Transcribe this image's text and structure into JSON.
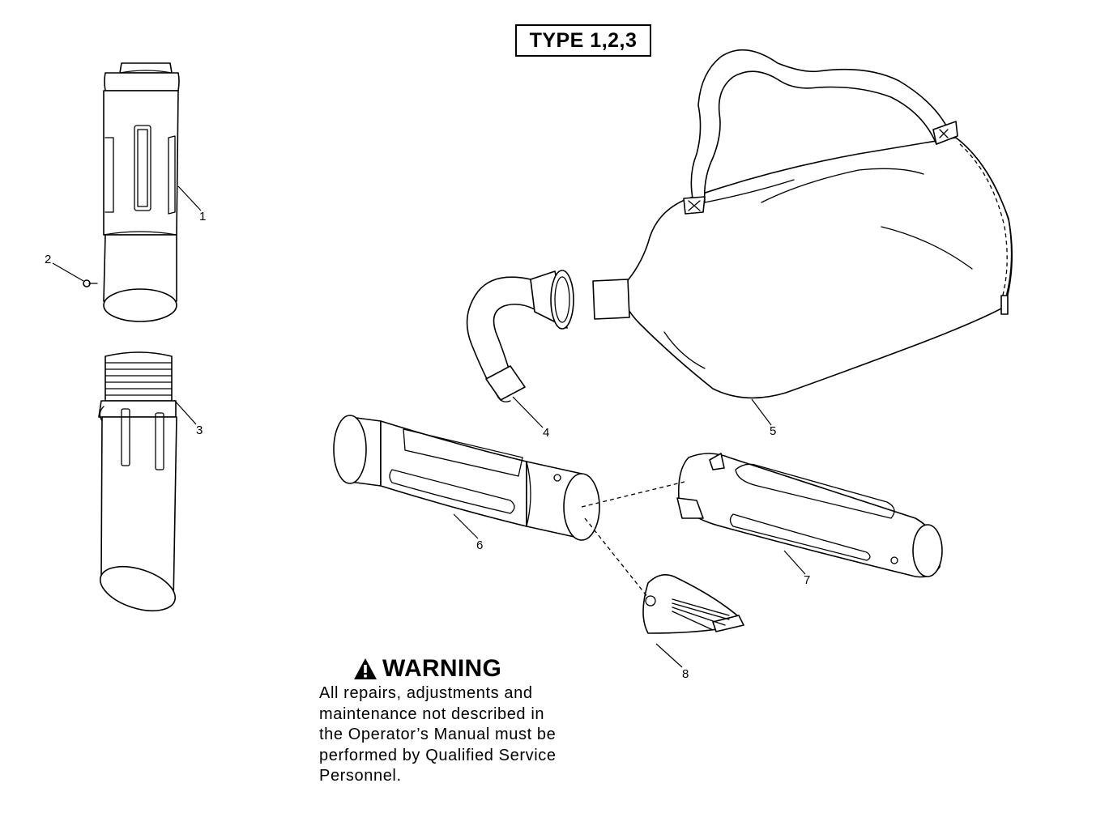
{
  "title": "TYPE 1,2,3",
  "callouts": {
    "p1": "1",
    "p2": "2",
    "p3": "3",
    "p4": "4",
    "p5": "5",
    "p6": "6",
    "p7": "7",
    "p8": "8"
  },
  "warning": {
    "icon": "warning-triangle-icon",
    "title": "WARNING",
    "text": "All repairs, adjustments and\nmaintenance not described in\nthe Operator’s Manual must be\nperformed by Qualified Service\nPersonnel."
  }
}
